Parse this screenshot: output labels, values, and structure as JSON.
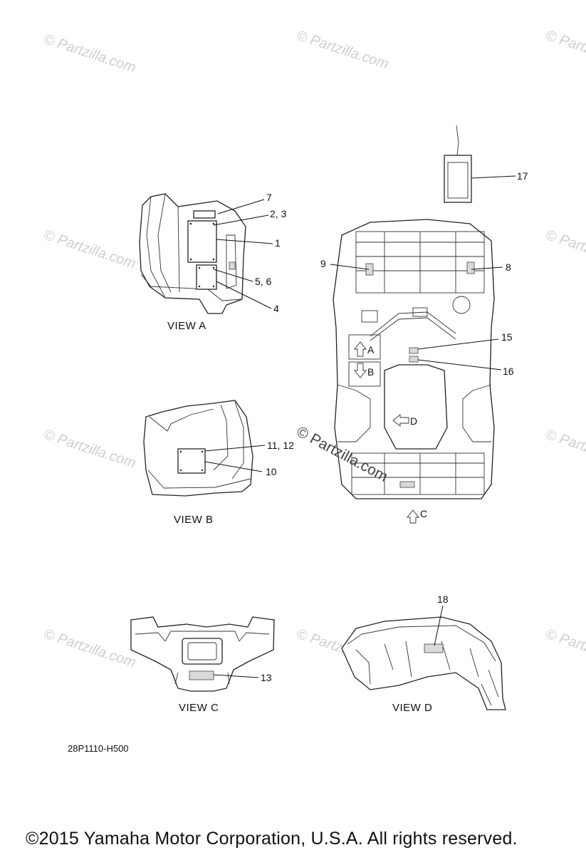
{
  "watermark": "© Partzilla.com",
  "part_code": "28P1110-H500",
  "copyright": "©2015  Yamaha Motor Corporation, U.S.A. All rights reserved.",
  "views": {
    "a": "VIEW A",
    "b": "VIEW B",
    "c": "VIEW C",
    "d": "VIEW D"
  },
  "arrows": {
    "a": "A",
    "b": "B",
    "c": "C",
    "d": "D"
  },
  "callouts": {
    "c1": "1",
    "c2_3": "2, 3",
    "c4": "4",
    "c5_6": "5, 6",
    "c7": "7",
    "c8": "8",
    "c9": "9",
    "c10": "10",
    "c11_12": "11, 12",
    "c13": "13",
    "c15": "15",
    "c16": "16",
    "c17": "17",
    "c18": "18"
  }
}
